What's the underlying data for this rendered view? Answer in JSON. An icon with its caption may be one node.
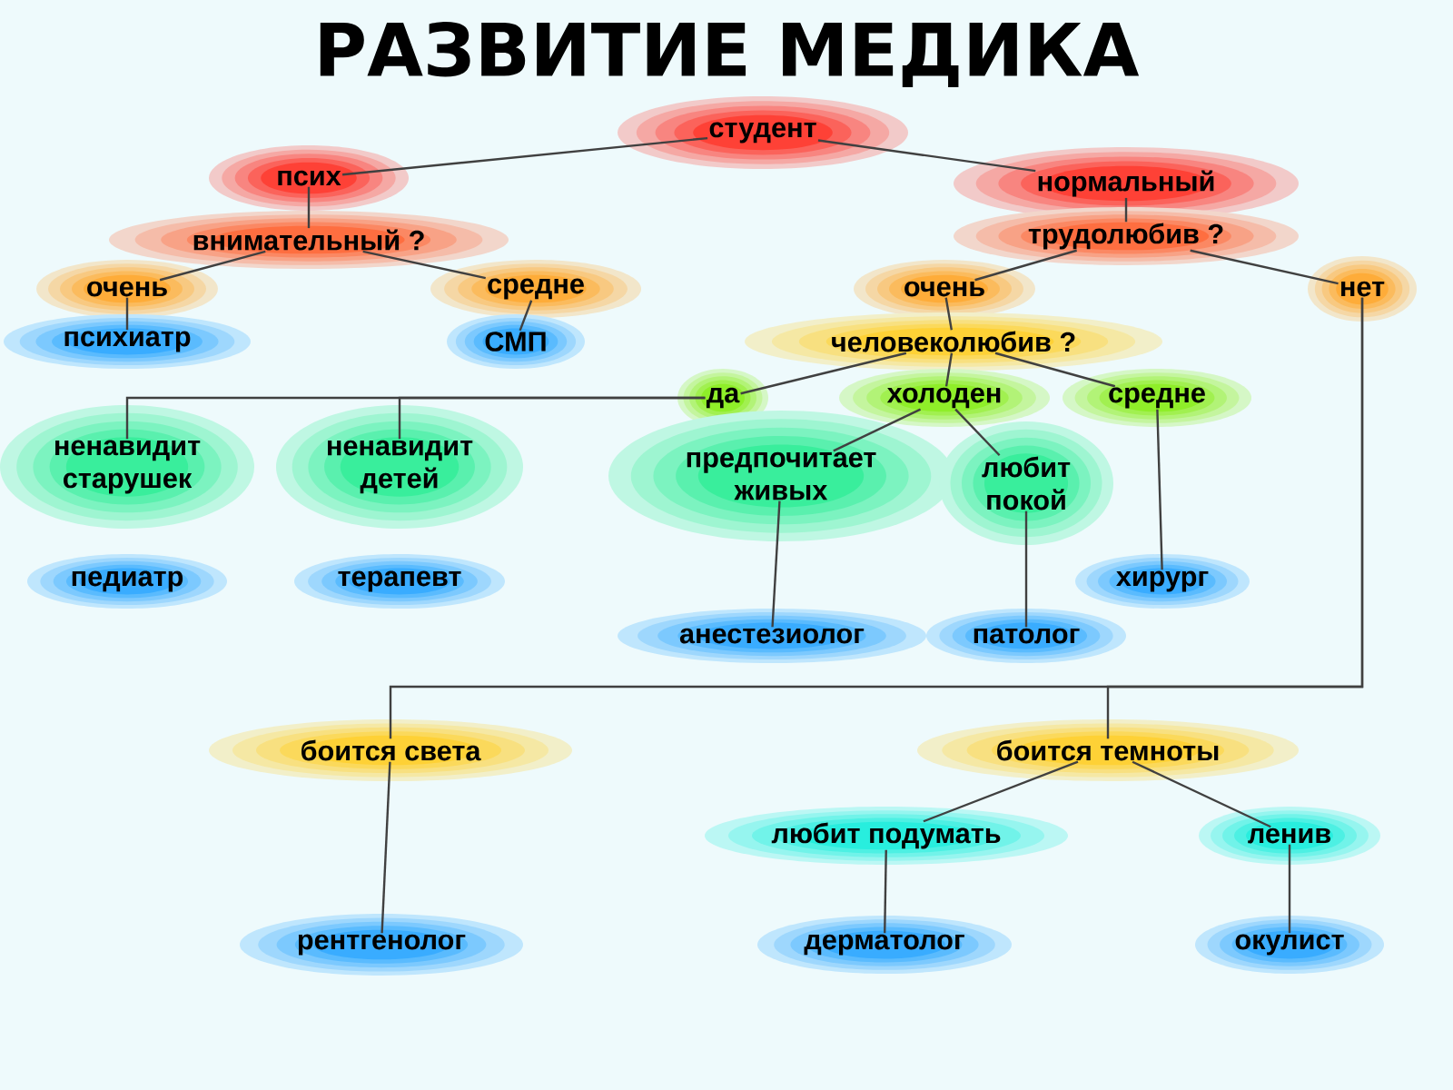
{
  "diagram": {
    "title": "РАЗВИТИЕ МЕДИКА",
    "nodes": [
      {
        "text": [
          "студент"
        ]
      },
      {
        "text": [
          "псих"
        ]
      },
      {
        "text": [
          "нормальный"
        ]
      },
      {
        "text": [
          "внимательный ?"
        ]
      },
      {
        "text": [
          "трудолюбив ?"
        ]
      },
      {
        "text": [
          "очень"
        ]
      },
      {
        "text": [
          "средне"
        ]
      },
      {
        "text": [
          "очень"
        ]
      },
      {
        "text": [
          "нет"
        ]
      },
      {
        "text": [
          "психиатр"
        ]
      },
      {
        "text": [
          "СМП"
        ]
      },
      {
        "text": [
          "человеколюбив ?"
        ]
      },
      {
        "text": [
          "да"
        ]
      },
      {
        "text": [
          "холоден"
        ]
      },
      {
        "text": [
          "средне"
        ]
      },
      {
        "text": [
          "ненавидит старушек"
        ]
      },
      {
        "text": [
          "ненавидит детей"
        ]
      },
      {
        "text": [
          "предпочитает живых"
        ]
      },
      {
        "text": [
          "любит покой"
        ]
      },
      {
        "text": [
          "педиатр"
        ]
      },
      {
        "text": [
          "терапевт"
        ]
      },
      {
        "text": [
          "хирург"
        ]
      },
      {
        "text": [
          "анестезиолог"
        ]
      },
      {
        "text": [
          "патолог"
        ]
      },
      {
        "text": [
          "боится света"
        ]
      },
      {
        "text": [
          "боится темноты"
        ]
      },
      {
        "text": [
          "любит подумать"
        ]
      },
      {
        "text": [
          "ленив"
        ]
      },
      {
        "text": [
          "рентгенолог"
        ]
      },
      {
        "text": [
          "дерматолог"
        ]
      },
      {
        "text": [
          "окулист"
        ]
      }
    ],
    "edges": [
      {
        "from": 0,
        "to": 1,
        "arrow": "none"
      },
      {
        "from": 0,
        "to": 2,
        "arrow": "none"
      },
      {
        "from": 1,
        "to": 3,
        "arrow": "none"
      },
      {
        "from": 3,
        "to": 5,
        "arrow": "none"
      },
      {
        "from": 3,
        "to": 6,
        "arrow": "none"
      },
      {
        "from": 5,
        "to": 9,
        "arrow": "none"
      },
      {
        "from": 6,
        "to": 10,
        "arrow": "none"
      },
      {
        "from": 2,
        "to": 4,
        "arrow": "none"
      },
      {
        "from": 4,
        "to": 7,
        "arrow": "none"
      },
      {
        "from": 4,
        "to": 8,
        "arrow": "none"
      },
      {
        "from": 7,
        "to": 11,
        "arrow": "none"
      },
      {
        "from": 11,
        "to": 12,
        "arrow": "none"
      },
      {
        "from": 11,
        "to": 13,
        "arrow": "none"
      },
      {
        "from": 11,
        "to": 14,
        "arrow": "none"
      },
      {
        "from": 12,
        "to": 15,
        "arrow": "none"
      },
      {
        "from": 12,
        "to": 16,
        "arrow": "none"
      },
      {
        "from": 13,
        "to": 17,
        "arrow": "none"
      },
      {
        "from": 13,
        "to": 18,
        "arrow": "none"
      },
      {
        "from": 14,
        "to": 21,
        "arrow": "none"
      },
      {
        "from": 17,
        "to": 22,
        "arrow": "none"
      },
      {
        "from": 18,
        "to": 23,
        "arrow": "none"
      },
      {
        "from": 8,
        "to": 24,
        "arrow": "none"
      },
      {
        "from": 8,
        "to": 25,
        "arrow": "none"
      },
      {
        "from": 24,
        "to": 28,
        "arrow": "none"
      },
      {
        "from": 25,
        "to": 26,
        "arrow": "none"
      },
      {
        "from": 25,
        "to": 27,
        "arrow": "none"
      },
      {
        "from": 26,
        "to": 29,
        "arrow": "none"
      },
      {
        "from": 27,
        "to": 30,
        "arrow": "none"
      }
    ]
  }
}
